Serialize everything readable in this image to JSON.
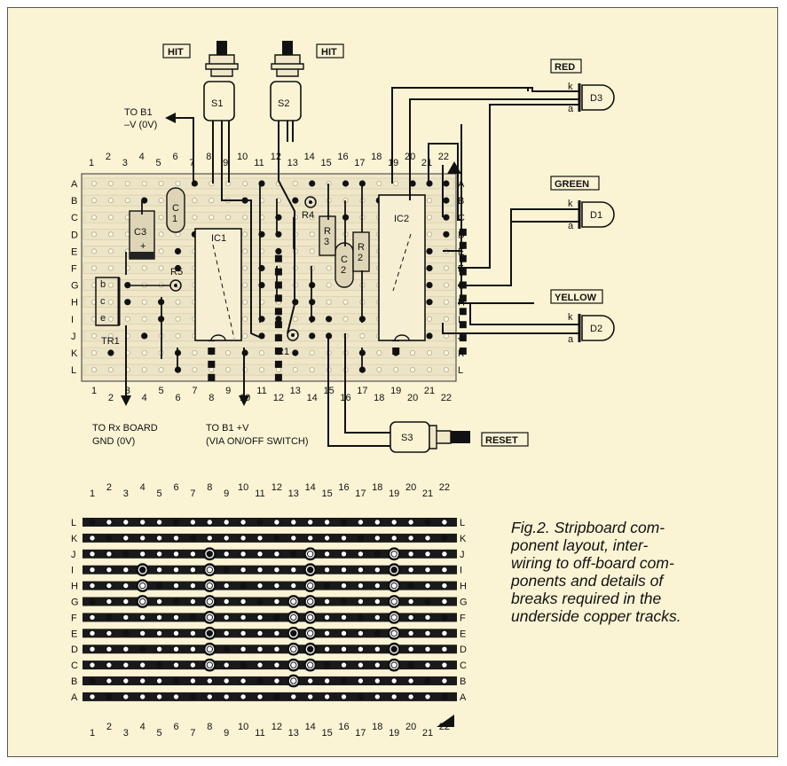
{
  "figure": {
    "caption_lines": [
      "Fig.2. Stripboard com-",
      "ponent  layout,  inter-",
      "wiring to off-board com-",
      "ponents and details of",
      "breaks required in the",
      "underside copper tracks."
    ]
  },
  "board": {
    "columns": [
      "1",
      "2",
      "3",
      "4",
      "5",
      "6",
      "7",
      "8",
      "9",
      "10",
      "11",
      "12",
      "13",
      "14",
      "15",
      "16",
      "17",
      "18",
      "19",
      "20",
      "21",
      "22"
    ],
    "rows": [
      "A",
      "B",
      "C",
      "D",
      "E",
      "F",
      "G",
      "H",
      "I",
      "J",
      "K",
      "L"
    ],
    "underside_rows": [
      "L",
      "K",
      "J",
      "I",
      "H",
      "G",
      "F",
      "E",
      "D",
      "C",
      "B",
      "A"
    ]
  },
  "components": {
    "ic1": "IC1",
    "ic2": "IC2",
    "c1": "C\n1",
    "c2": "C\n2",
    "c3": "C3",
    "c3_plus": "+",
    "r1": "R1",
    "r2": "R\n2",
    "r3": "R\n3",
    "r4": "R4",
    "r5": "R5",
    "tr1": "TR1",
    "tr1_pins": [
      "b",
      "c",
      "e"
    ],
    "s1": "S1",
    "s2": "S2",
    "s3": "S3",
    "d1": "D1",
    "d2": "D2",
    "d3": "D3",
    "led_k": "k",
    "led_a": "a"
  },
  "labels": {
    "hit1": "HIT",
    "hit2": "HIT",
    "red": "RED",
    "green": "GREEN",
    "yellow": "YELLOW",
    "reset": "RESET",
    "to_b1_neg": [
      "TO B1",
      "–V (0V)"
    ],
    "to_rx_board": [
      "TO Rx BOARD",
      "GND (0V)"
    ],
    "to_b1_pos": [
      "TO B1 +V",
      "(VIA ON/OFF SWITCH)"
    ]
  },
  "colors": {
    "background": "#fbf4d4",
    "strip": "#ece4c6",
    "ink": "#111111"
  }
}
